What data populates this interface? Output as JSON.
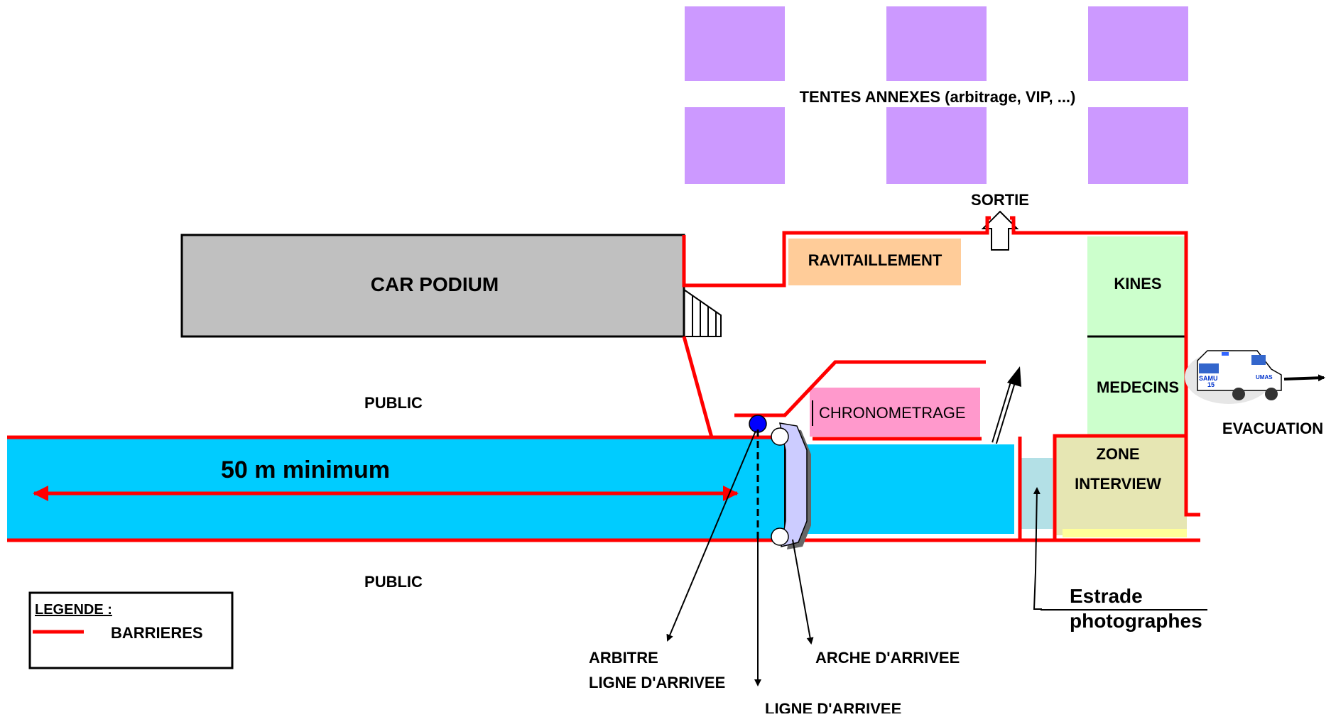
{
  "labels": {
    "tentes": "TENTES ANNEXES (arbitrage, VIP, ...)",
    "sortie": "SORTIE",
    "car_podium": "CAR PODIUM",
    "ravitaillement": "RAVITAILLEMENT",
    "kines": "KINES",
    "medecins": "MEDECINS",
    "evacuation": "EVACUATION",
    "chronometrage": "CHRONOMETRAGE",
    "zone_interview_1": "ZONE",
    "zone_interview_2": "INTERVIEW",
    "public_top": "PUBLIC",
    "public_bottom": "PUBLIC",
    "distance": "50 m minimum",
    "estrade_1": "Estrade",
    "estrade_2": "photographes",
    "arbitre": "ARBITRE",
    "ligne_arrivee_arbitre": "LIGNE D'ARRIVEE",
    "arche": "ARCHE D'ARRIVEE",
    "ligne_arrivee": "LIGNE D'ARRIVEE",
    "ambulance_text_1": "SAMU",
    "ambulance_text_2": "15",
    "ambulance_text_3": "UMAS"
  },
  "legend": {
    "title": "LEGENDE :",
    "barrieres": "BARRIERES"
  },
  "colors": {
    "barrier": "#ff0000",
    "course": "#00ccff",
    "tent": "#cc99ff",
    "podium": "#c0c0c0",
    "ravitaillement": "#ffcc99",
    "medical": "#ccffcc",
    "chronometrage": "#ff99cc",
    "interview": "#e6e6b3",
    "estrade": "#b3e0e6",
    "referee": "#0000ff",
    "arch": "#ccccff"
  }
}
